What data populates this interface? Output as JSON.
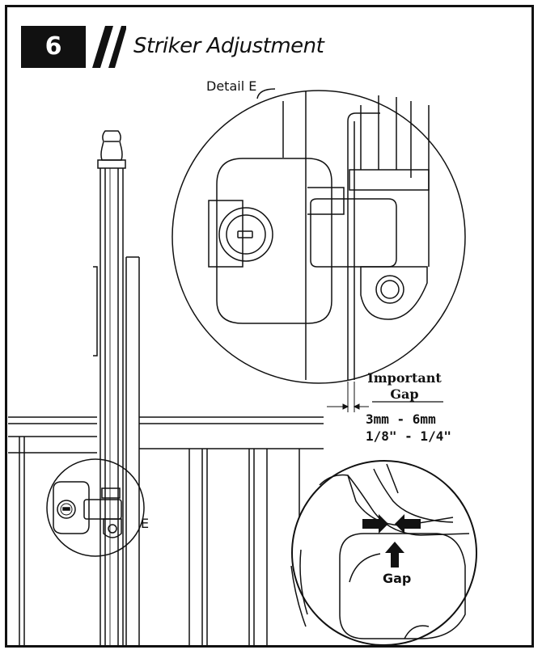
{
  "step": {
    "number": "6",
    "title": "Striker Adjustment"
  },
  "labels": {
    "detail": "Detail E",
    "callout": "E",
    "important": "Important",
    "gap": "Gap",
    "metric": "3mm - 6mm",
    "imperial": "1/8\" - 1/4\"",
    "inset_gap": "Gap"
  },
  "colors": {
    "ink": "#111111",
    "paper": "#ffffff"
  }
}
